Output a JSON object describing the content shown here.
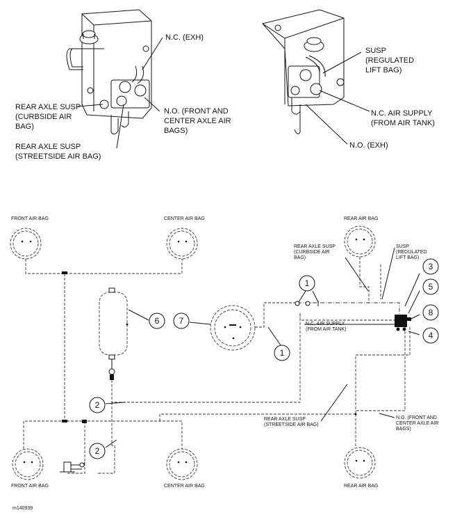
{
  "top_left": {
    "nc_exh": "N.C. (EXH)",
    "rear_curb": [
      "REAR AXLE SUSP",
      "(CURBSIDE AIR",
      "BAG)"
    ],
    "no_front": [
      "N.O. (FRONT AND",
      "CENTER AXLE AIR",
      "BAGS)"
    ],
    "rear_street": [
      "REAR AXLE SUSP",
      "(STREETSIDE AIR BAG)"
    ]
  },
  "top_right": {
    "susp": [
      "SUSP",
      "(REGULATED",
      "LIFT BAG)"
    ],
    "nc_supply": [
      "N.C. AIR SUPPLY",
      "(FROM AIR TANK)"
    ],
    "no_exh": "N.O. (EXH)"
  },
  "schematic": {
    "front_air_bag_top": "FRONT AIR BAG",
    "center_air_bag_top": "CENTER AIR BAG",
    "rear_air_bag_top": "REAR AIR BAG",
    "front_air_bag_bottom": "FRONT AIR BAG",
    "center_air_bag_bottom": "CENTER AIR BAG",
    "rear_air_bag_bottom": "REAR AIR BAG",
    "rear_curb": [
      "REAR AXLE SUSP",
      "(CURBSIDE AIR",
      "BAG)"
    ],
    "susp": [
      "SUSP",
      "(REGULATED",
      "LIFT BAG)"
    ],
    "nc_supply": [
      "N.C. AIR SUPPLY",
      "(FROM AIR TANK)"
    ],
    "rear_street": [
      "REAR AXLE SUSP",
      "(STREETSIDE AIR BAG)"
    ],
    "no_front": [
      "N.O. (FRONT AND",
      "CENTER AXLE AIR",
      "BAGS)"
    ]
  },
  "callouts": {
    "c1a": "1",
    "c1b": "1",
    "c2a": "2",
    "c2b": "2",
    "c3": "3",
    "c4": "4",
    "c5": "5",
    "c6": "6",
    "c7": "7",
    "c8": "8"
  },
  "figure_id": "m140939"
}
